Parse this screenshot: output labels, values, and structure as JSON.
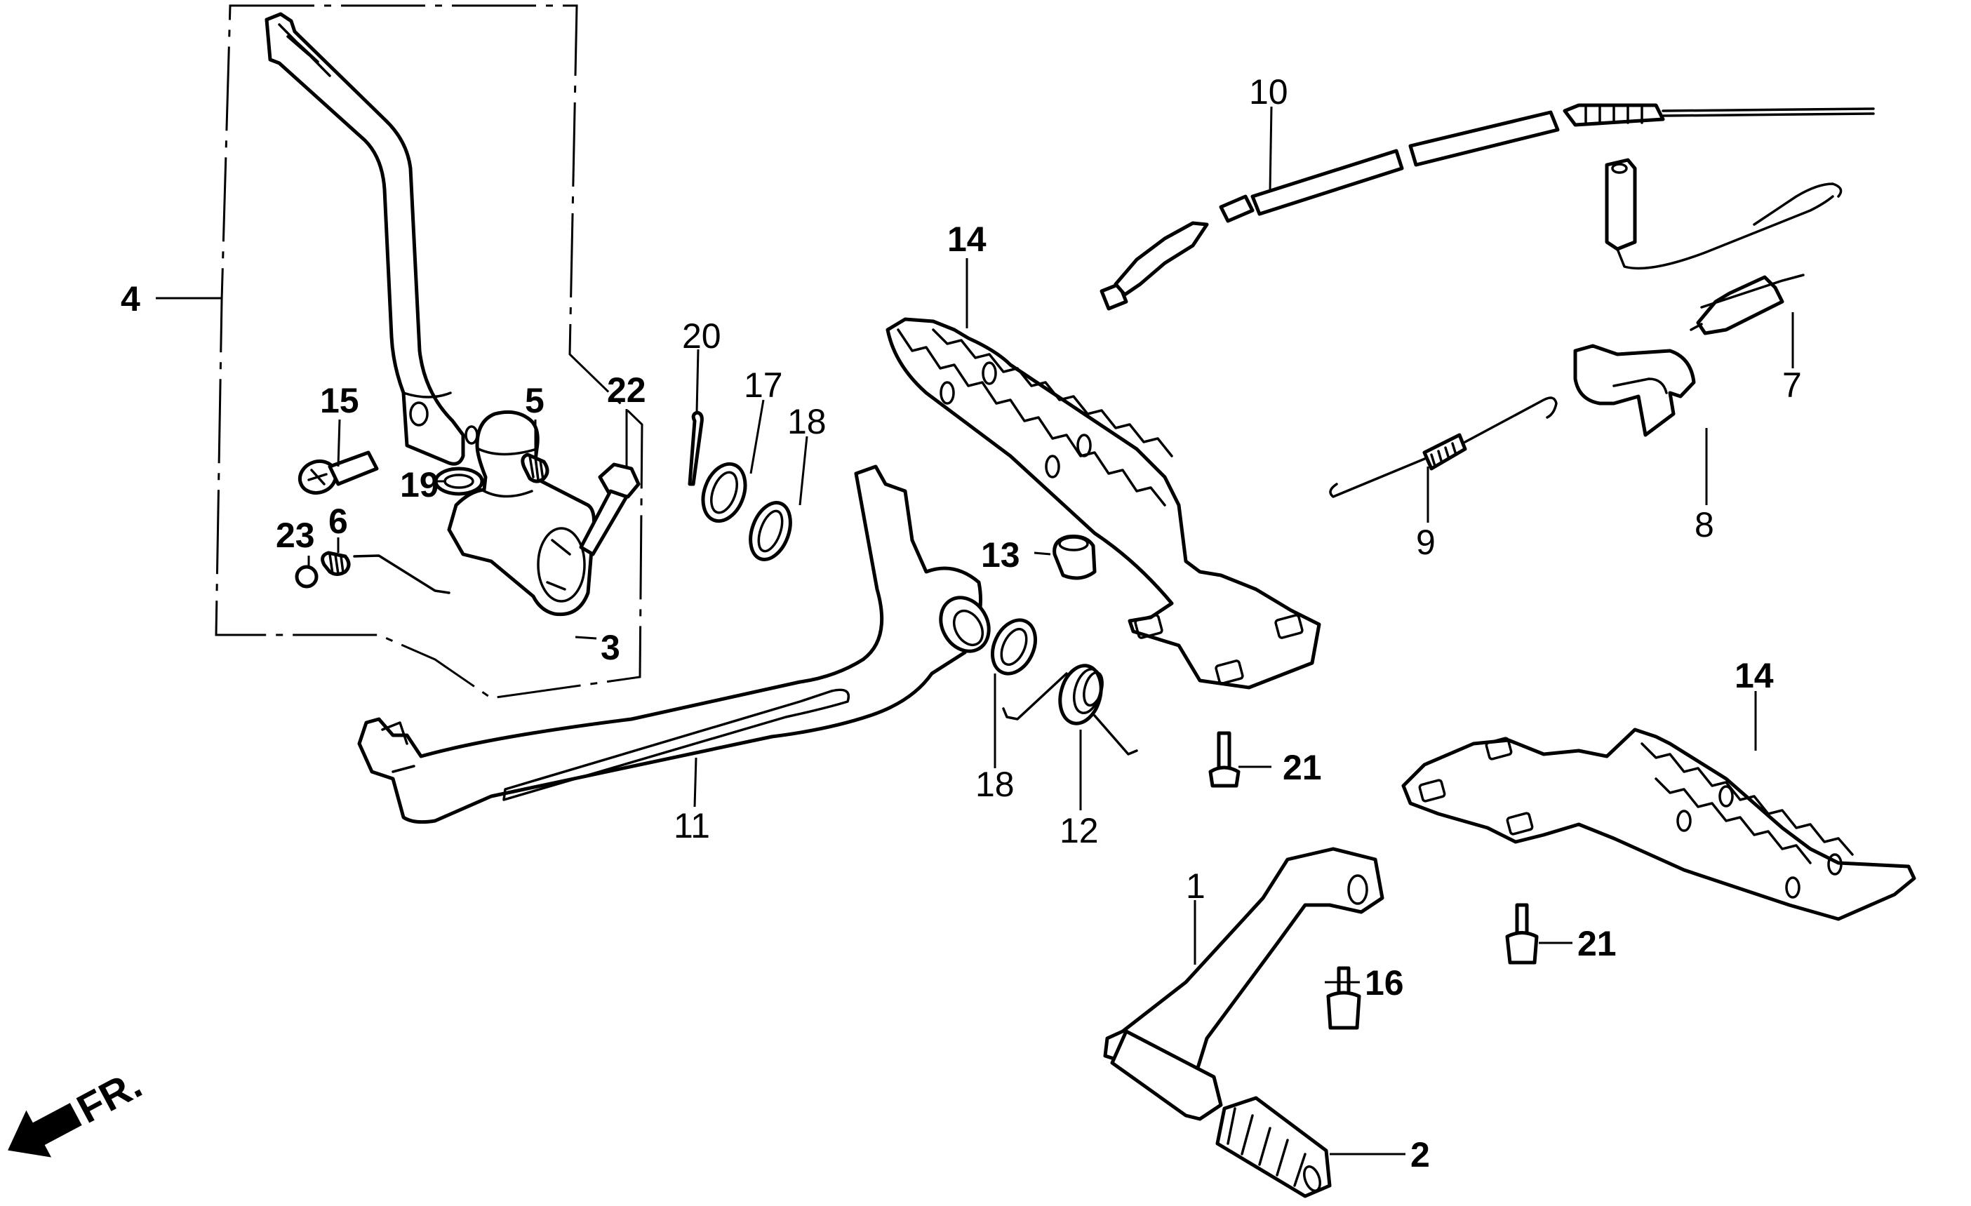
{
  "diagram": {
    "title": "",
    "kind": "exploded-parts-view",
    "subject": "kick starter, brake pedal, footpegs, shift pedal",
    "orientation_marker": {
      "label": "FR.",
      "icon": "front-direction-arrow-icon"
    },
    "callouts": {
      "c1": {
        "number": "1",
        "part": "gear-shift-pedal"
      },
      "c2": {
        "number": "2",
        "part": "shift-pedal-rubber"
      },
      "c3": {
        "number": "3",
        "part": "kick-starter-joint"
      },
      "c4": {
        "number": "4",
        "part": "kick-starter-arm-assembly"
      },
      "c5": {
        "number": "5",
        "part": "spring"
      },
      "c6": {
        "number": "6",
        "part": "spring"
      },
      "c7": {
        "number": "7",
        "part": "brake-light-switch"
      },
      "c8": {
        "number": "8",
        "part": "switch-stay"
      },
      "c9": {
        "number": "9",
        "part": "return-spring"
      },
      "c10": {
        "number": "10",
        "part": "brake-cable"
      },
      "c11": {
        "number": "11",
        "part": "brake-pedal"
      },
      "c12": {
        "number": "12",
        "part": "pedal-return-spring"
      },
      "c13": {
        "number": "13",
        "part": "pedal-stopper-rubber"
      },
      "c14a": {
        "number": "14",
        "part": "footpeg-left"
      },
      "c14b": {
        "number": "14",
        "part": "footpeg-right"
      },
      "c15": {
        "number": "15",
        "part": "screw"
      },
      "c16": {
        "number": "16",
        "part": "flange-bolt"
      },
      "c17": {
        "number": "17",
        "part": "oil-seal"
      },
      "c18a": {
        "number": "18",
        "part": "dust-seal"
      },
      "c18b": {
        "number": "18",
        "part": "dust-seal"
      },
      "c19": {
        "number": "19",
        "part": "washer"
      },
      "c20": {
        "number": "20",
        "part": "cotter-pin"
      },
      "c21a": {
        "number": "21",
        "part": "flange-bolt"
      },
      "c21b": {
        "number": "21",
        "part": "flange-bolt"
      },
      "c22": {
        "number": "22",
        "part": "flange-bolt"
      },
      "c23": {
        "number": "23",
        "part": "steel-ball"
      }
    }
  }
}
